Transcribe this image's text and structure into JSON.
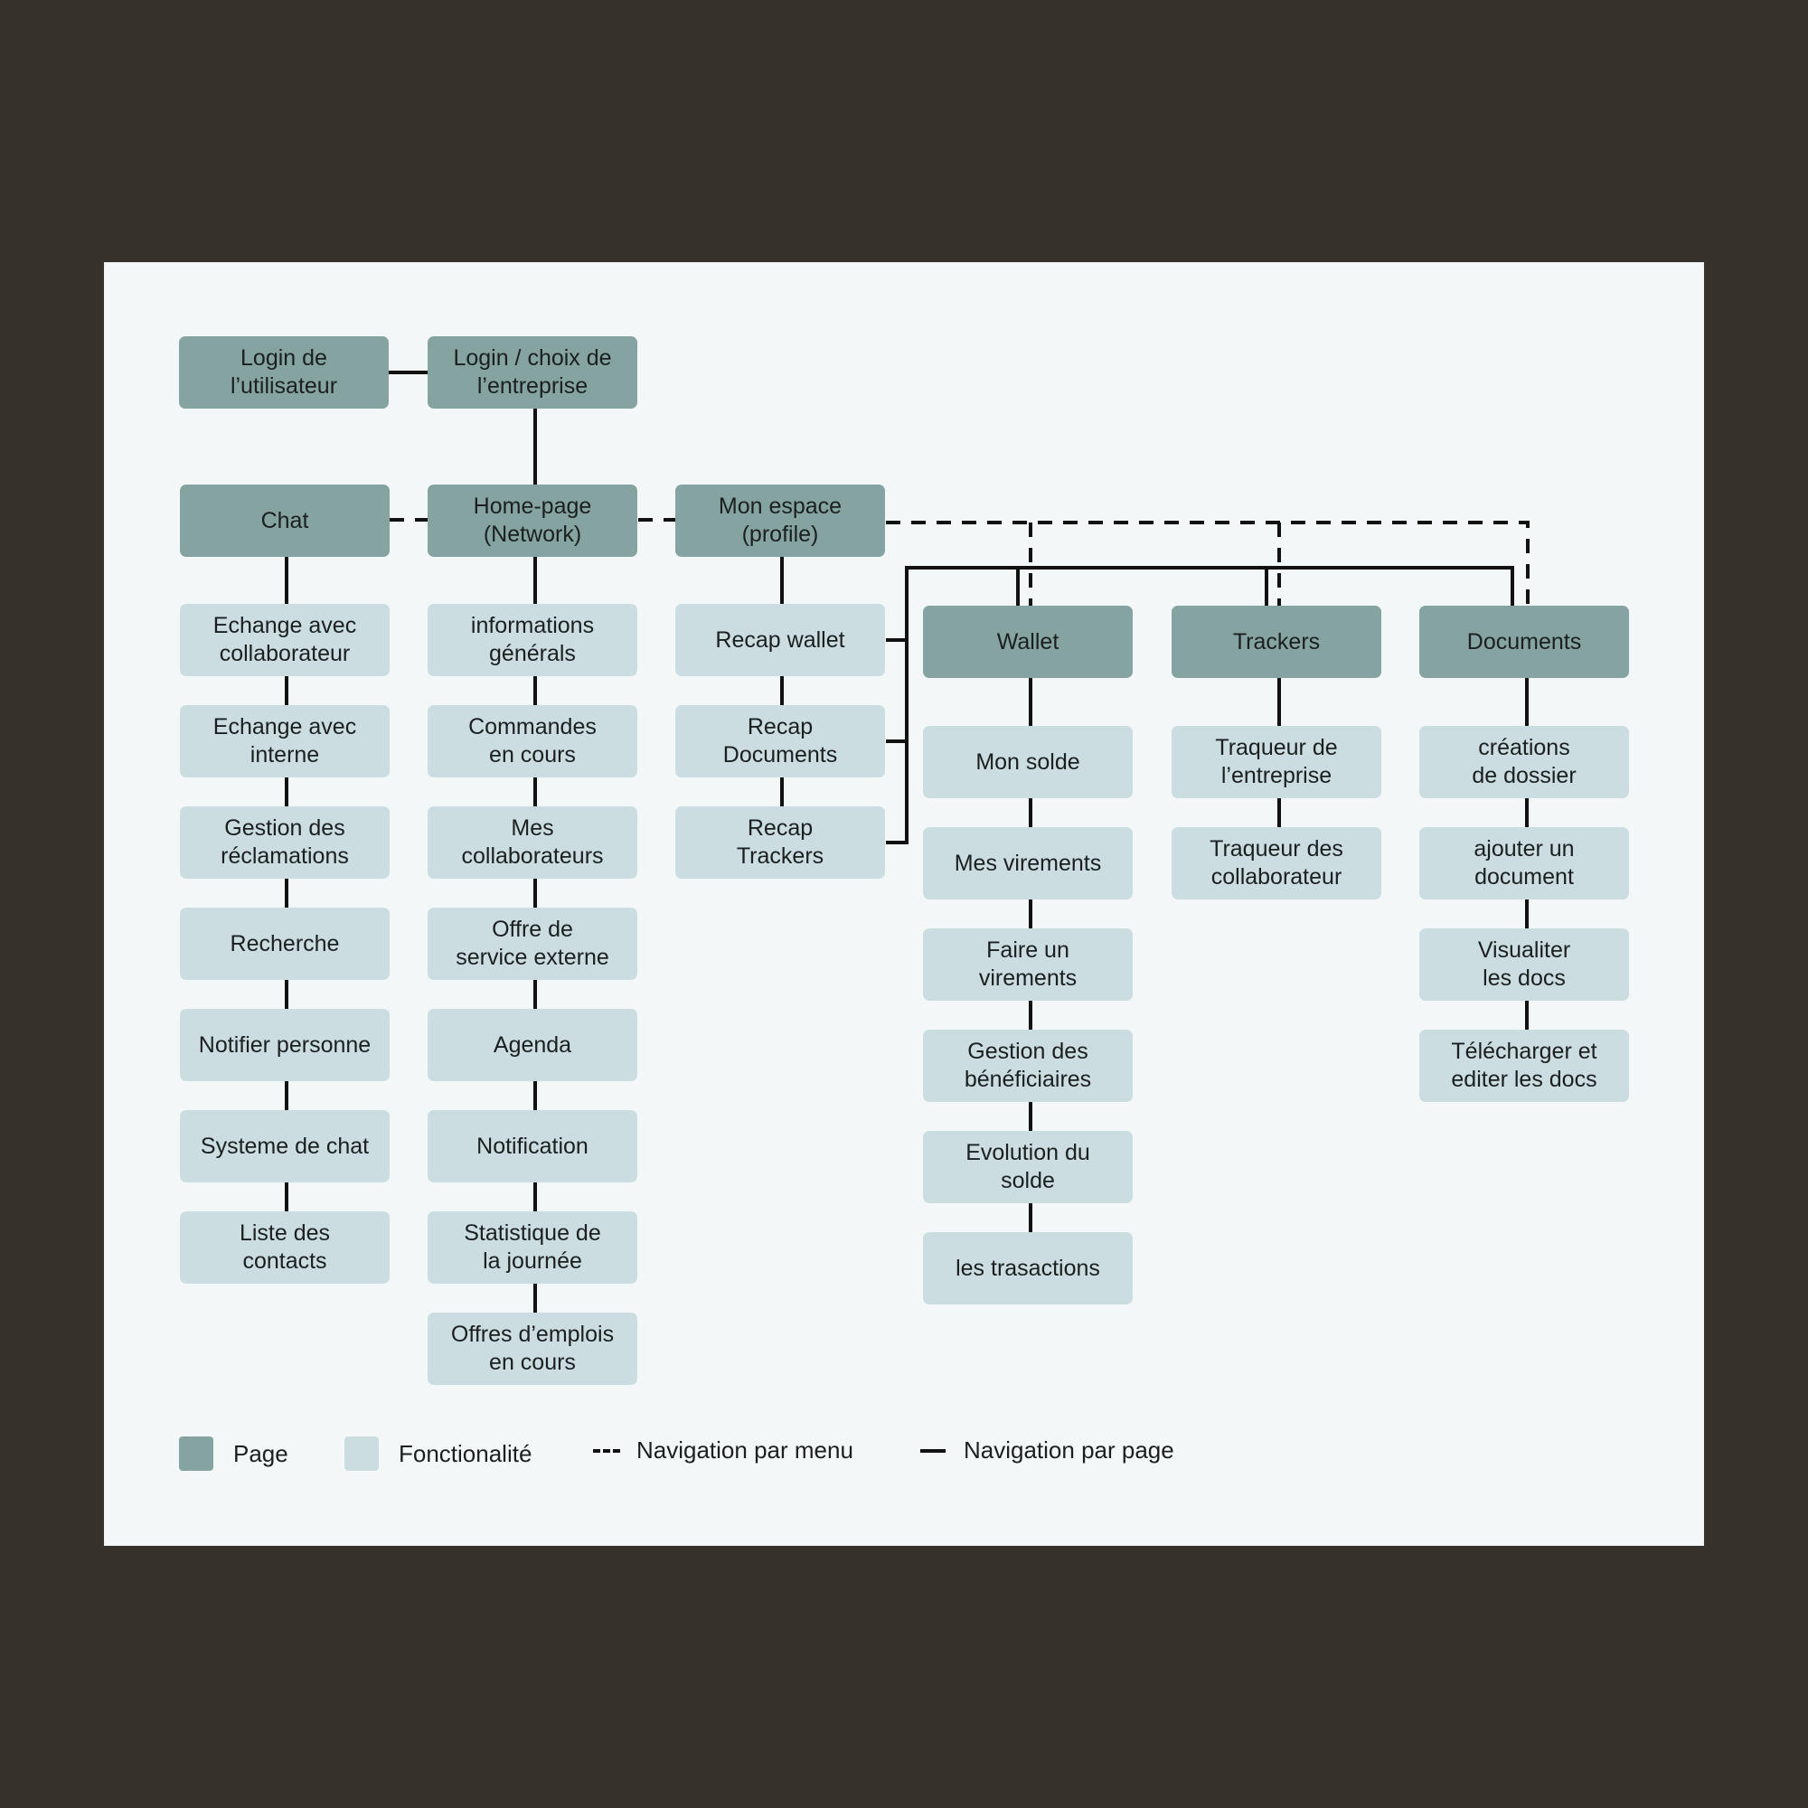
{
  "nodes": {
    "login_user": "Login de\nl’utilisateur",
    "login_company": "Login / choix de\nl’entreprise",
    "chat": "Chat",
    "home": "Home-page\n(Network)",
    "profile": "Mon espace\n(profile)",
    "wallet": "Wallet",
    "trackers": "Trackers",
    "documents": "Documents",
    "chat_items": [
      "Echange avec\ncollaborateur",
      "Echange avec\ninterne",
      "Gestion des\nréclamations",
      "Recherche",
      "Notifier personne",
      "Systeme de chat",
      "Liste des\ncontacts"
    ],
    "home_items": [
      "informations\ngénérals",
      "Commandes\nen cours",
      "Mes\ncollaborateurs",
      "Offre de\nservice externe",
      "Agenda",
      "Notification",
      "Statistique de\nla journée",
      "Offres d’emplois\nen cours"
    ],
    "profile_items": [
      "Recap wallet",
      "Recap\nDocuments",
      "Recap\nTrackers"
    ],
    "wallet_items": [
      "Mon solde",
      "Mes virements",
      "Faire un\nvirements",
      "Gestion des\nbénéficiaires",
      "Evolution du\nsolde",
      "les trasactions"
    ],
    "trackers_items": [
      "Traqueur de\nl’entreprise",
      "Traqueur des\ncollaborateur"
    ],
    "documents_items": [
      "créations\nde dossier",
      "ajouter un\ndocument",
      "Visualiter\nles docs",
      "Télécharger et\nediter les docs"
    ]
  },
  "legend": {
    "page": "Page",
    "feature": "Fonctionalité",
    "menu_nav": "Navigation par menu",
    "page_nav": "Navigation par page"
  },
  "colors": {
    "background": "#37312b",
    "panel": "#f3f7f8",
    "page": "#85a3a1",
    "feature": "#cbdde1",
    "line": "#111111"
  }
}
